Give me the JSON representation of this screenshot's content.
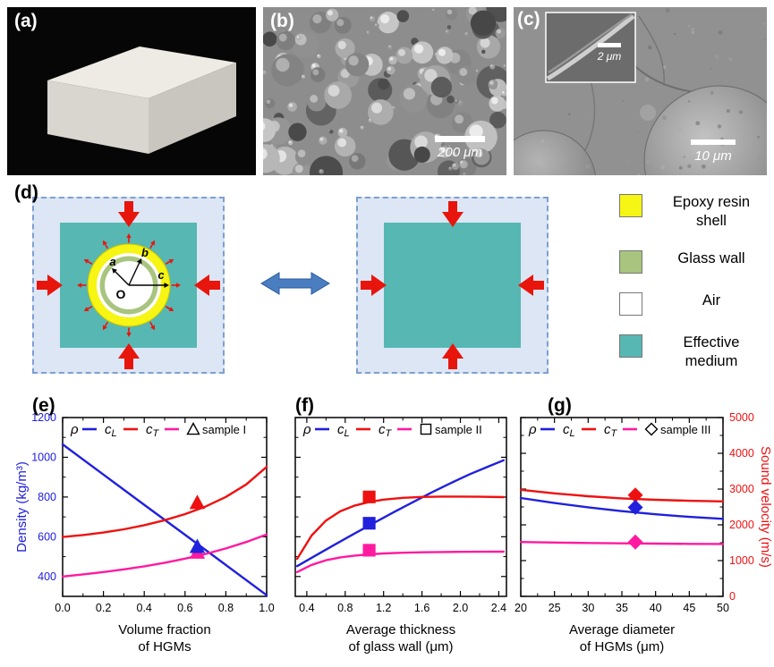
{
  "colors": {
    "epoxy": "#f6f513",
    "glass": "#a8c47e",
    "air": "#ffffff",
    "effective": "#57b7b2",
    "arrow_red": "#e8150d",
    "double_arrow": "#4a7ec0"
  },
  "panels": {
    "a": {
      "label": "(a)"
    },
    "b": {
      "label": "(b)",
      "scale_bar": "200 μm"
    },
    "c": {
      "label": "(c)",
      "scale_bar": "10 μm",
      "inset_scale_bar": "2 μm"
    },
    "d": {
      "label": "(d)"
    },
    "e": {
      "label": "(e)"
    },
    "f": {
      "label": "(f)"
    },
    "g": {
      "label": "(g)"
    }
  },
  "diagram": {
    "radius_labels": {
      "a": "a",
      "b": "b",
      "c": "c",
      "origin": "O"
    },
    "legend": [
      {
        "name": "epoxy",
        "color": "#f6f513",
        "label_lines": [
          "Epoxy resin",
          "shell"
        ]
      },
      {
        "name": "glass",
        "color": "#a8c47e",
        "label_lines": [
          "Glass wall",
          ""
        ]
      },
      {
        "name": "air",
        "color": "#ffffff",
        "label_lines": [
          "Air",
          ""
        ]
      },
      {
        "name": "effective",
        "color": "#57b7b2",
        "label_lines": [
          "Effective",
          "medium"
        ]
      }
    ]
  },
  "chart_data": {
    "type": "line",
    "density_lim": [
      300,
      1200
    ],
    "density_ticks": [
      400,
      600,
      800,
      1000,
      1200
    ],
    "density_tick_labels": [
      "400",
      "600",
      "800",
      "1000",
      "1200"
    ],
    "density_minor": [
      300,
      500,
      700,
      900,
      1100
    ],
    "density_color": "#2020dd",
    "velocity_lim": [
      0,
      5000
    ],
    "velocity_ticks": [
      0,
      1000,
      2000,
      3000,
      4000,
      5000
    ],
    "velocity_tick_labels": [
      "0",
      "1000",
      "2000",
      "3000",
      "4000",
      "5000"
    ],
    "velocity_minor": [
      500,
      1500,
      2500,
      3500,
      4500
    ],
    "velocity_color": "#ee1111",
    "series_meta": {
      "rho": {
        "axis": "density",
        "color": "#2020dd"
      },
      "cL": {
        "axis": "velocity",
        "color": "#ee1111"
      },
      "cT": {
        "axis": "velocity",
        "color": "#ff1aa0"
      }
    },
    "legend_series": [
      {
        "key": "rho",
        "sym": "ρ",
        "sub": ""
      },
      {
        "key": "cL",
        "sym": "c",
        "sub": "L"
      },
      {
        "key": "cT",
        "sym": "c",
        "sub": "T"
      }
    ],
    "charts": [
      {
        "id": "e",
        "xlabel_lines": [
          "Volume fraction",
          "of HGMs"
        ],
        "ylabel_left": "Density (kg/m³)",
        "ylabel_right": "",
        "x": {
          "lim": [
            0,
            1
          ],
          "ticks": [
            0,
            0.2,
            0.4,
            0.6,
            0.8,
            1.0
          ],
          "tick_labels": [
            "0.0",
            "0.2",
            "0.4",
            "0.6",
            "0.8",
            "1.0"
          ],
          "minor": [
            0.1,
            0.3,
            0.5,
            0.7,
            0.9
          ]
        },
        "yaxis": "density",
        "left_labels": true,
        "right_labels": false,
        "series": [
          {
            "key": "rho",
            "points": [
              [
                0,
                1065
              ],
              [
                0.2,
                913
              ],
              [
                0.4,
                761
              ],
              [
                0.6,
                610
              ],
              [
                0.8,
                458
              ],
              [
                1.0,
                306
              ]
            ]
          },
          {
            "key": "cL",
            "points": [
              [
                0,
                1660
              ],
              [
                0.1,
                1715
              ],
              [
                0.2,
                1785
              ],
              [
                0.3,
                1875
              ],
              [
                0.4,
                1990
              ],
              [
                0.5,
                2130
              ],
              [
                0.6,
                2300
              ],
              [
                0.7,
                2510
              ],
              [
                0.8,
                2780
              ],
              [
                0.9,
                3130
              ],
              [
                1.0,
                3620
              ]
            ]
          },
          {
            "key": "cT",
            "points": [
              [
                0,
                555
              ],
              [
                0.1,
                615
              ],
              [
                0.2,
                680
              ],
              [
                0.3,
                755
              ],
              [
                0.4,
                840
              ],
              [
                0.5,
                940
              ],
              [
                0.6,
                1055
              ],
              [
                0.7,
                1185
              ],
              [
                0.8,
                1340
              ],
              [
                0.9,
                1520
              ],
              [
                1.0,
                1730
              ]
            ]
          }
        ],
        "sample": {
          "label": "sample I",
          "shape": "triangle",
          "x": 0.66,
          "values": {
            "cT": 1230,
            "cL": 2620,
            "rho": 550
          }
        }
      },
      {
        "id": "f",
        "xlabel_lines": [
          "Average thickness",
          "of glass wall (μm)"
        ],
        "ylabel_left": "",
        "ylabel_right": "",
        "x": {
          "lim": [
            0.28,
            2.48
          ],
          "ticks": [
            0.4,
            0.8,
            1.2,
            1.6,
            2.0,
            2.4
          ],
          "tick_labels": [
            "0.4",
            "0.8",
            "1.2",
            "1.6",
            "2.0",
            "2.4"
          ],
          "minor": [
            0.6,
            1.0,
            1.4,
            1.8,
            2.2
          ]
        },
        "yaxis": "density",
        "left_labels": false,
        "right_labels": false,
        "series": [
          {
            "key": "rho",
            "points": [
              [
                0.3,
                452
              ],
              [
                0.5,
                508
              ],
              [
                0.7,
                563
              ],
              [
                0.9,
                617
              ],
              [
                1.1,
                670
              ],
              [
                1.3,
                722
              ],
              [
                1.5,
                773
              ],
              [
                1.7,
                823
              ],
              [
                1.9,
                870
              ],
              [
                2.1,
                915
              ],
              [
                2.3,
                955
              ],
              [
                2.45,
                985
              ]
            ]
          },
          {
            "key": "cL",
            "points": [
              [
                0.3,
                1050
              ],
              [
                0.45,
                1700
              ],
              [
                0.6,
                2120
              ],
              [
                0.75,
                2380
              ],
              [
                0.9,
                2540
              ],
              [
                1.05,
                2640
              ],
              [
                1.2,
                2705
              ],
              [
                1.4,
                2755
              ],
              [
                1.6,
                2780
              ],
              [
                1.8,
                2790
              ],
              [
                2.0,
                2790
              ],
              [
                2.2,
                2785
              ],
              [
                2.45,
                2775
              ]
            ]
          },
          {
            "key": "cT",
            "points": [
              [
                0.3,
                680
              ],
              [
                0.45,
                880
              ],
              [
                0.6,
                1010
              ],
              [
                0.75,
                1090
              ],
              [
                0.9,
                1140
              ],
              [
                1.05,
                1175
              ],
              [
                1.2,
                1200
              ],
              [
                1.4,
                1220
              ],
              [
                1.6,
                1232
              ],
              [
                1.8,
                1240
              ],
              [
                2.0,
                1245
              ],
              [
                2.2,
                1248
              ],
              [
                2.45,
                1250
              ]
            ]
          }
        ],
        "sample": {
          "label": "sample II",
          "shape": "square",
          "x": 1.05,
          "values": {
            "cT": 1290,
            "cL": 2780,
            "rho": 668
          }
        }
      },
      {
        "id": "g",
        "xlabel_lines": [
          "Average diameter",
          "of HGMs (μm)"
        ],
        "ylabel_left": "",
        "ylabel_right": "Sound velocity (m/s)",
        "x": {
          "lim": [
            20,
            50
          ],
          "ticks": [
            20,
            25,
            30,
            35,
            40,
            45,
            50
          ],
          "tick_labels": [
            "20",
            "25",
            "30",
            "35",
            "40",
            "45",
            "50"
          ],
          "minor": [
            22.5,
            27.5,
            32.5,
            37.5,
            42.5,
            47.5
          ]
        },
        "yaxis": "velocity",
        "left_labels": false,
        "right_labels": true,
        "series": [
          {
            "key": "rho",
            "points": [
              [
                20,
                795
              ],
              [
                25,
                770
              ],
              [
                30,
                748
              ],
              [
                35,
                729
              ],
              [
                40,
                713
              ],
              [
                45,
                700
              ],
              [
                50,
                690
              ]
            ]
          },
          {
            "key": "cL",
            "points": [
              [
                20,
                2980
              ],
              [
                25,
                2880
              ],
              [
                30,
                2800
              ],
              [
                35,
                2740
              ],
              [
                40,
                2700
              ],
              [
                45,
                2672
              ],
              [
                50,
                2655
              ]
            ]
          },
          {
            "key": "cT",
            "points": [
              [
                20,
                1520
              ],
              [
                25,
                1505
              ],
              [
                30,
                1492
              ],
              [
                35,
                1482
              ],
              [
                40,
                1474
              ],
              [
                45,
                1468
              ],
              [
                50,
                1464
              ]
            ]
          }
        ],
        "sample": {
          "label": "sample III",
          "shape": "diamond",
          "x": 37,
          "values": {
            "cT": 1520,
            "cL": 2830,
            "rho": 748
          }
        }
      }
    ]
  }
}
